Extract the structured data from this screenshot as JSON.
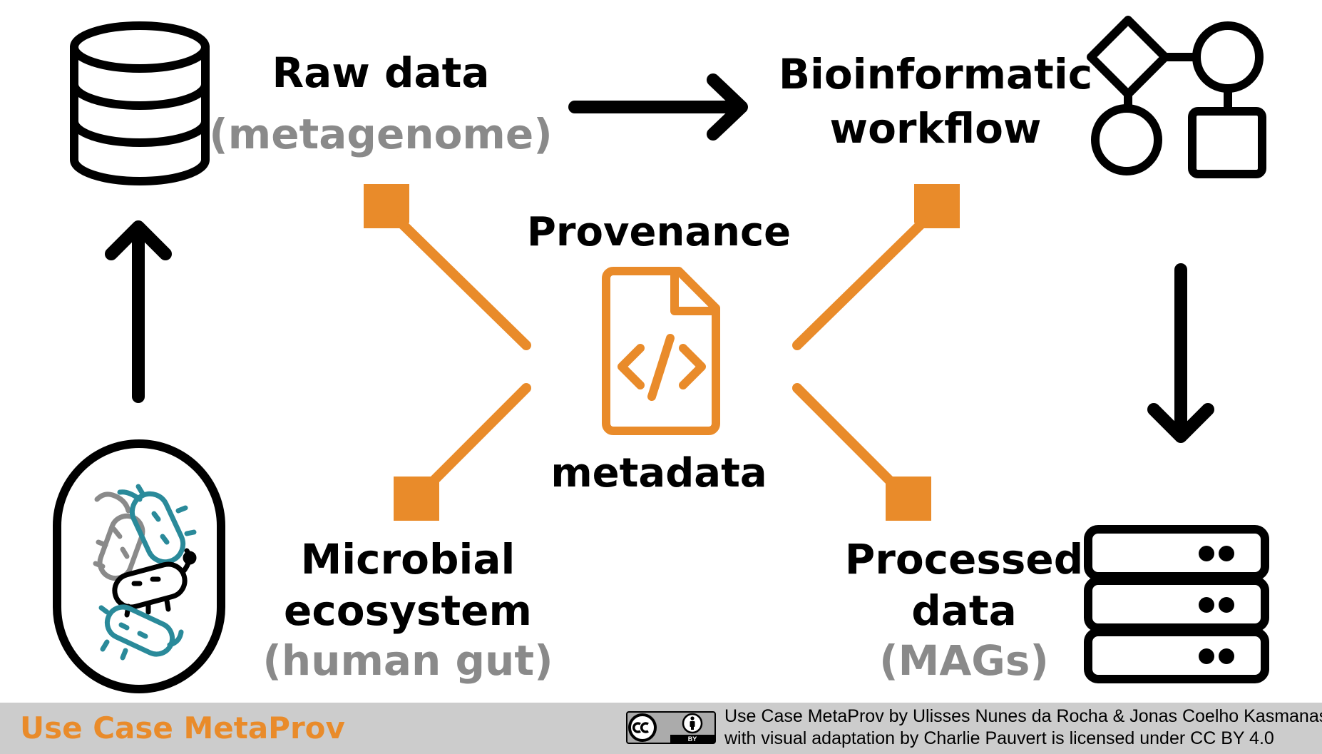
{
  "colors": {
    "accent": "#e98b2a",
    "subtitle_gray": "#8a8a8a",
    "bacteria_teal": "#2a8a9a",
    "footer_bg": "#cccccc"
  },
  "diagram": {
    "raw_data": {
      "title": "Raw data",
      "subtitle": "(metagenome)",
      "icon": "database-icon"
    },
    "workflow": {
      "title_line1": "Bioinformatic",
      "title_line2": "workflow",
      "icon": "workflow-icon"
    },
    "provenance": {
      "title": "Provenance",
      "caption": "metadata",
      "icon": "code-file-icon"
    },
    "ecosystem": {
      "title_line1": "Microbial",
      "title_line2": "ecosystem",
      "subtitle": "(human gut)",
      "icon": "gut-microbes-icon"
    },
    "processed": {
      "title_line1": "Processed",
      "title_line2": "data",
      "subtitle": "(MAGs)",
      "icon": "server-icon"
    },
    "arrows": [
      {
        "from": "raw_data",
        "to": "workflow",
        "direction": "right"
      },
      {
        "from": "workflow",
        "to": "processed",
        "direction": "down"
      },
      {
        "from": "ecosystem",
        "to": "raw_data",
        "direction": "up"
      }
    ]
  },
  "footer": {
    "title": "Use Case MetaProv",
    "license_badge": "cc-by-icon",
    "badge_text": "BY",
    "credit_line1": "Use Case MetaProv by Ulisses Nunes da Rocha & Jonas Coelho Kasmanas",
    "credit_line2": "with visual adaptation by Charlie Pauvert is licensed under CC BY 4.0"
  }
}
